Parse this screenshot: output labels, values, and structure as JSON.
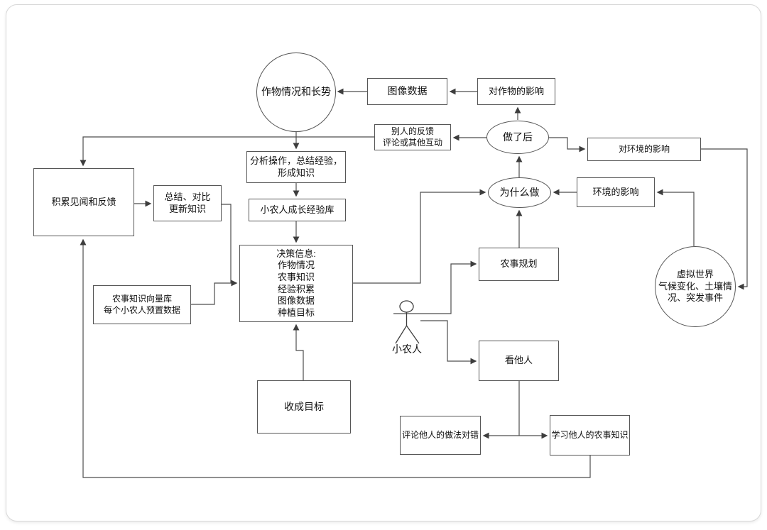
{
  "colors": {
    "line": "#4d4d4d",
    "node_border": "#565656",
    "node_fill": "#ffffff",
    "text": "#111111",
    "card_border": "#d8d8d8"
  },
  "diagram": {
    "nodes": {
      "crop_status": {
        "label": "作物情况和长势",
        "shape": "circle"
      },
      "image_data": {
        "label": "图像数据",
        "shape": "rect"
      },
      "impact_on_crops": {
        "label": "对作物的影响",
        "shape": "rect"
      },
      "others_feedback": {
        "label": "别人的反馈\n评论或其他互动",
        "shape": "rect"
      },
      "after_doing": {
        "label": "做了后",
        "shape": "ellipse"
      },
      "impact_on_environment": {
        "label": "对环境的影响",
        "shape": "rect"
      },
      "why_do": {
        "label": "为什么做",
        "shape": "ellipse"
      },
      "environment_influence": {
        "label": "环境的影响",
        "shape": "rect"
      },
      "virtual_world": {
        "label": "虚拟世界\n气候变化、土壤情\n况、突发事件",
        "shape": "circle"
      },
      "accumulate_feedback": {
        "label": "积累见闻和反馈",
        "shape": "rect"
      },
      "summarize_update": {
        "label": "总结、对比\n更新知识",
        "shape": "rect"
      },
      "analyze_operations": {
        "label": "分析操作，总结经验，\n形成知识",
        "shape": "rect"
      },
      "growth_experience_db": {
        "label": "小农人成长经验库",
        "shape": "rect"
      },
      "decision_info": {
        "label": "决策信息:\n作物情况\n农事知识\n经验积累\n图像数据\n种植目标",
        "shape": "rect"
      },
      "farming_knowledge_db": {
        "label": "农事知识向量库\n每个小农人预置数据",
        "shape": "rect"
      },
      "farm_planning": {
        "label": "农事规划",
        "shape": "rect"
      },
      "farmer": {
        "label": "小农人",
        "shape": "stick-figure"
      },
      "watch_others": {
        "label": "看他人",
        "shape": "rect"
      },
      "harvest_goal": {
        "label": "收成目标",
        "shape": "rect"
      },
      "comment_others": {
        "label": "评论他人的做法对错",
        "shape": "rect"
      },
      "learn_others": {
        "label": "学习他人的农事知识",
        "shape": "rect"
      }
    },
    "edges": [
      {
        "from": "image_data",
        "to": "crop_status"
      },
      {
        "from": "impact_on_crops",
        "to": "image_data"
      },
      {
        "from": "after_doing",
        "to": "impact_on_crops"
      },
      {
        "from": "after_doing",
        "to": "others_feedback"
      },
      {
        "from": "others_feedback",
        "to": "accumulate_feedback"
      },
      {
        "from": "crop_status",
        "to": "analyze_operations"
      },
      {
        "from": "analyze_operations",
        "to": "growth_experience_db"
      },
      {
        "from": "growth_experience_db",
        "to": "decision_info"
      },
      {
        "from": "accumulate_feedback",
        "to": "summarize_update"
      },
      {
        "from": "summarize_update",
        "to": "decision_info"
      },
      {
        "from": "farming_knowledge_db",
        "to": "decision_info"
      },
      {
        "from": "harvest_goal",
        "to": "decision_info"
      },
      {
        "from": "decision_info",
        "to": "why_do"
      },
      {
        "from": "why_do",
        "to": "after_doing"
      },
      {
        "from": "farm_planning",
        "to": "why_do"
      },
      {
        "from": "environment_influence",
        "to": "why_do"
      },
      {
        "from": "virtual_world",
        "to": "environment_influence"
      },
      {
        "from": "after_doing",
        "to": "impact_on_environment"
      },
      {
        "from": "impact_on_environment",
        "to": "virtual_world"
      },
      {
        "from": "farmer",
        "to": "farm_planning"
      },
      {
        "from": "farmer",
        "to": "watch_others"
      },
      {
        "from": "watch_others",
        "to": "comment_others"
      },
      {
        "from": "watch_others",
        "to": "learn_others"
      },
      {
        "from": "learn_others",
        "to": "accumulate_feedback"
      }
    ]
  }
}
